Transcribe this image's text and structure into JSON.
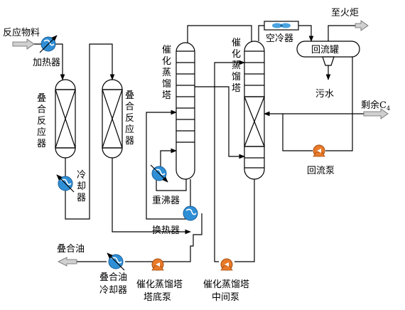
{
  "colors": {
    "exchanger": "#2f8fd6",
    "pump": "#e87a2a",
    "arrow": "#c8c8c8",
    "cooler_fan": "#4aa3e0"
  },
  "labels": {
    "feed": "反应物料",
    "heater": "加热器",
    "reactor1": [
      "叠",
      "合",
      "反",
      "应",
      "器"
    ],
    "reactor2": [
      "叠",
      "合",
      "反",
      "应",
      "器"
    ],
    "cooler": [
      "冷",
      "却",
      "器"
    ],
    "tower1": [
      "催",
      "化",
      "蒸",
      "馏",
      "塔"
    ],
    "tower2": [
      "催",
      "化",
      "蒸",
      "馏",
      "塔"
    ],
    "reboiler": "重沸器",
    "heat_exchanger": "换热器",
    "air_cooler": "空冷器",
    "to_flare": "至火炬",
    "reflux_drum": "回流罐",
    "wastewater": "污水",
    "remaining_c4": "剩余C",
    "remaining_c4_sub": "4",
    "reflux_pump": "回流泵",
    "product": "叠合油",
    "oil_cooler": [
      "叠合油",
      "冷却器"
    ],
    "bottom_pump": [
      "催化蒸馏塔",
      "塔底泵"
    ],
    "mid_pump": [
      "催化蒸馏塔",
      "中间泵"
    ]
  }
}
